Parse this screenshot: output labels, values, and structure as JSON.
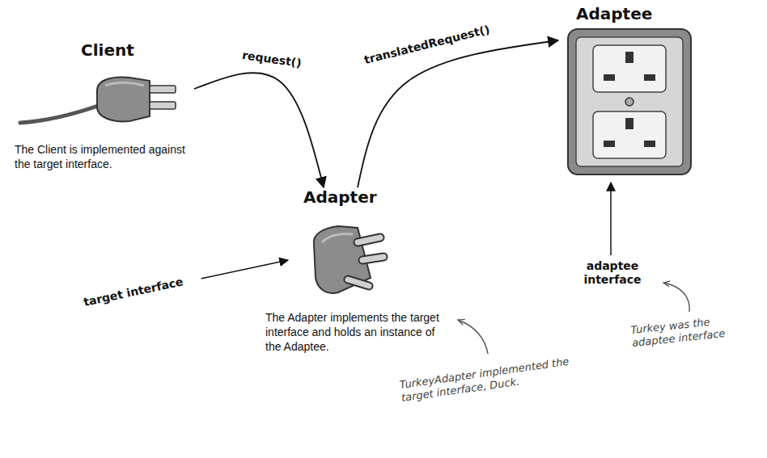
{
  "diagram": {
    "nodes": [
      {
        "text": [
          "Client",
          "The Client is implemented against the target interface."
        ]
      },
      {
        "text": [
          "Adapter",
          "The Adapter implements the target interface and holds an instance of the Adaptee."
        ]
      },
      {
        "text": [
          "Adaptee"
        ]
      }
    ],
    "edges": [
      {
        "from": 0,
        "to": 1,
        "arrow": "to",
        "label": "request()"
      },
      {
        "from": 1,
        "to": 2,
        "arrow": "to",
        "label": "translatedRequest()"
      }
    ],
    "labels": [
      "target interface",
      "adaptee interface",
      "TurkeyAdapter implemented the target interface, Duck.",
      "Turkey was the adaptee interface"
    ]
  }
}
